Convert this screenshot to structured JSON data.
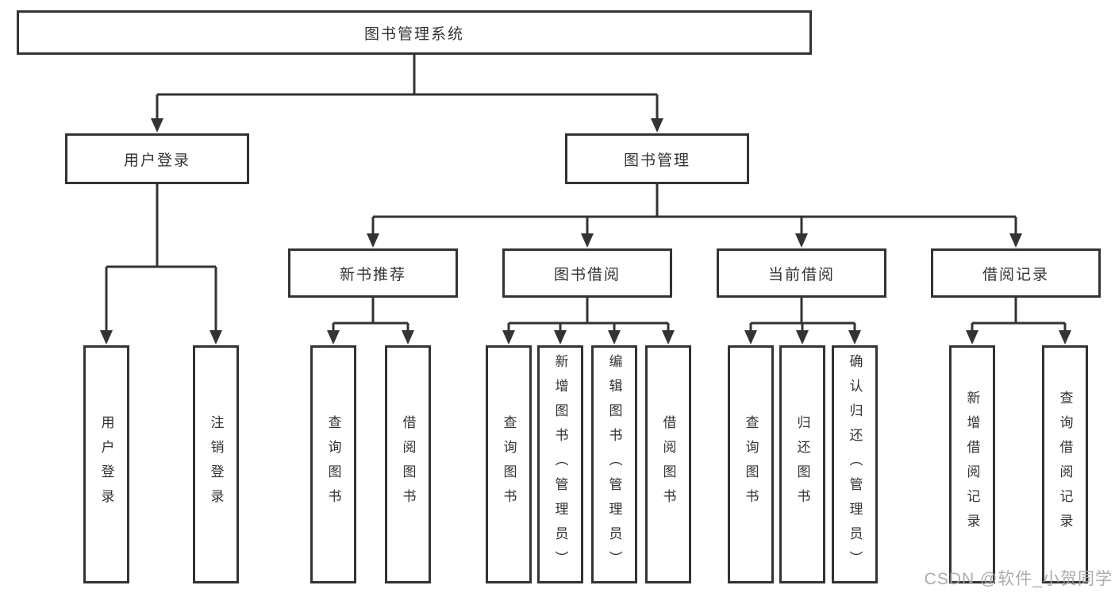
{
  "diagram": {
    "root": {
      "label": "图书管理系统"
    },
    "branches": [
      {
        "label": "用户登录",
        "children": [
          {
            "label": "用户登录"
          },
          {
            "label": "注销登录"
          }
        ]
      },
      {
        "label": "图书管理",
        "children": [
          {
            "label": "新书推荐",
            "children": [
              {
                "label": "查询图书"
              },
              {
                "label": "借阅图书"
              }
            ]
          },
          {
            "label": "图书借阅",
            "children": [
              {
                "label": "查询图书"
              },
              {
                "label": "新增图书（管理员）"
              },
              {
                "label": "编辑图书（管理员）"
              },
              {
                "label": "借阅图书"
              }
            ]
          },
          {
            "label": "当前借阅",
            "children": [
              {
                "label": "查询图书"
              },
              {
                "label": "归还图书"
              },
              {
                "label": "确认归还（管理员）"
              }
            ]
          },
          {
            "label": "借阅记录",
            "children": [
              {
                "label": "新增借阅记录"
              },
              {
                "label": "查询借阅记录"
              }
            ]
          }
        ]
      }
    ]
  },
  "watermark": "CSDN @软件_小贺同学",
  "colors": {
    "line": "#333333",
    "text": "#333333",
    "box_fill": "#ffffff",
    "watermark": "#a8a8a8",
    "background": "#ffffff"
  }
}
